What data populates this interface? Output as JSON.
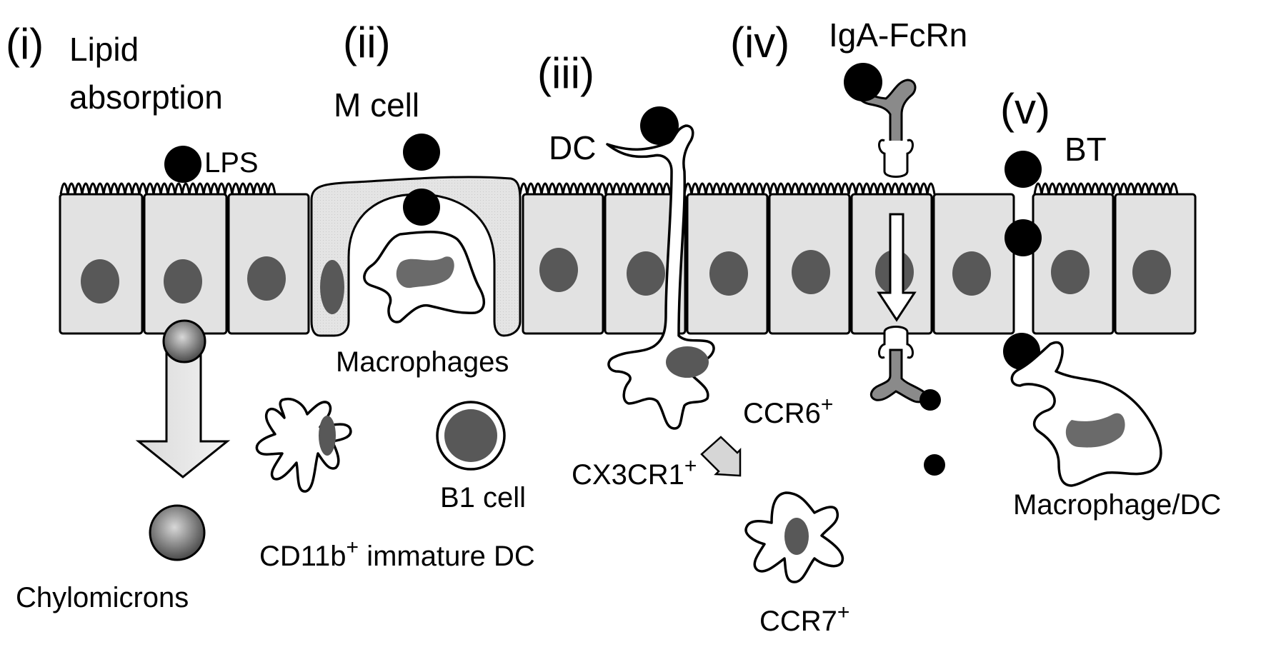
{
  "labels": {
    "route_i_numeral": "(i)",
    "route_i_title_line1": "Lipid",
    "route_i_title_line2": "absorption",
    "route_ii_numeral": "(ii)",
    "route_ii_title": "M cell",
    "route_iii_numeral": "(iii)",
    "route_iii_title": "DC",
    "route_iv_numeral": "(iv)",
    "route_iv_title": "IgA-FcRn",
    "route_v_numeral": "(v)",
    "route_v_title": "BT",
    "lps": "LPS",
    "macrophages": "Macrophages",
    "chylomicrons": "Chylomicrons",
    "cd11b_base": "CD11b",
    "cd11b_sup": "+",
    "cd11b_rest": " immature DC",
    "b1_cell": "B1 cell",
    "ccr6_base": "CCR6",
    "ccr6_sup": "+",
    "cx3cr1_base": "CX3CR1",
    "cx3cr1_sup": "+",
    "ccr7_base": "CCR7",
    "ccr7_sup": "+",
    "macrophage_dc": "Macrophage/DC"
  }
}
